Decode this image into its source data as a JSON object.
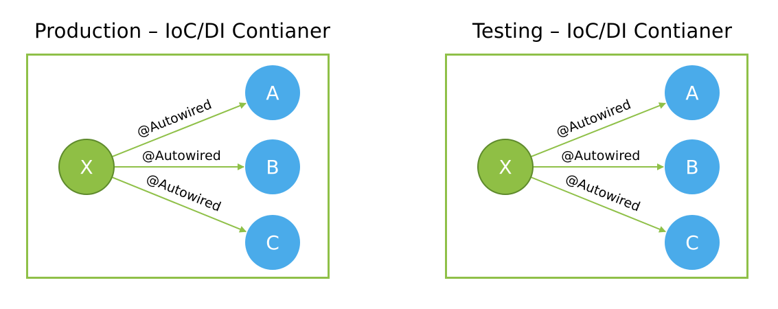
{
  "colors": {
    "border": "#8fc048",
    "edge": "#8fc048",
    "source_fill": "#8fbf45",
    "source_stroke": "#5e8a2c",
    "target_fill": "#4aabea"
  },
  "panels": [
    {
      "title": "Production – IoC/DI Contianer",
      "source": {
        "label": "X"
      },
      "targets": [
        {
          "label": "A",
          "edge_label": "@Autowired"
        },
        {
          "label": "B",
          "edge_label": "@Autowired"
        },
        {
          "label": "C",
          "edge_label": "@Autowired"
        }
      ]
    },
    {
      "title": "Testing – IoC/DI Contianer",
      "source": {
        "label": "X"
      },
      "targets": [
        {
          "label": "A",
          "edge_label": "@Autowired"
        },
        {
          "label": "B",
          "edge_label": "@Autowired"
        },
        {
          "label": "C",
          "edge_label": "@Autowired"
        }
      ]
    }
  ]
}
